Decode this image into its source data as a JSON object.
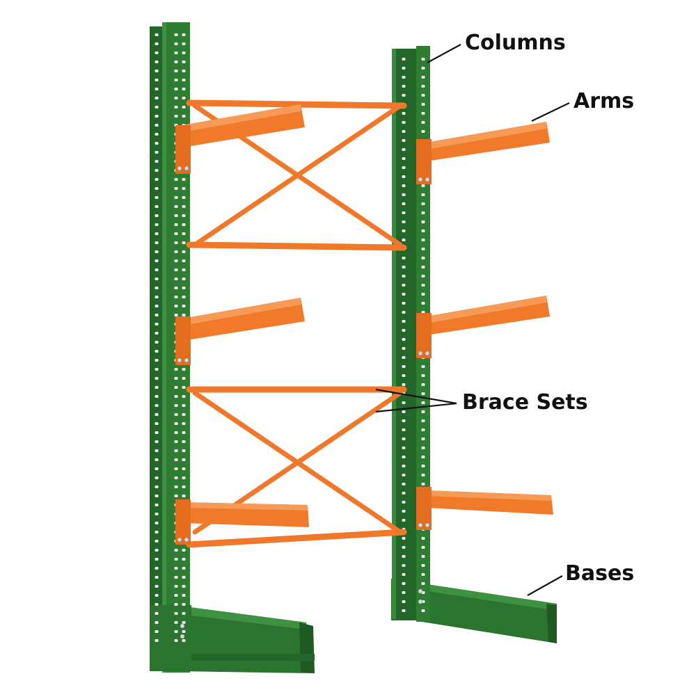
{
  "labels": {
    "columns": "Columns",
    "arms": "Arms",
    "brace_sets": "Brace Sets",
    "bases": "Bases"
  },
  "colors": {
    "column_green": "#2f7d32",
    "column_dark": "#1f5e23",
    "column_light": "#3f9142",
    "arm_orange": "#f07a2a",
    "arm_dark": "#c95e1a",
    "brace_orange": "#f0782a",
    "leader_line": "#111111"
  },
  "icons": {
    "hole": "column-hole-icon",
    "bolt": "bolt-icon"
  }
}
